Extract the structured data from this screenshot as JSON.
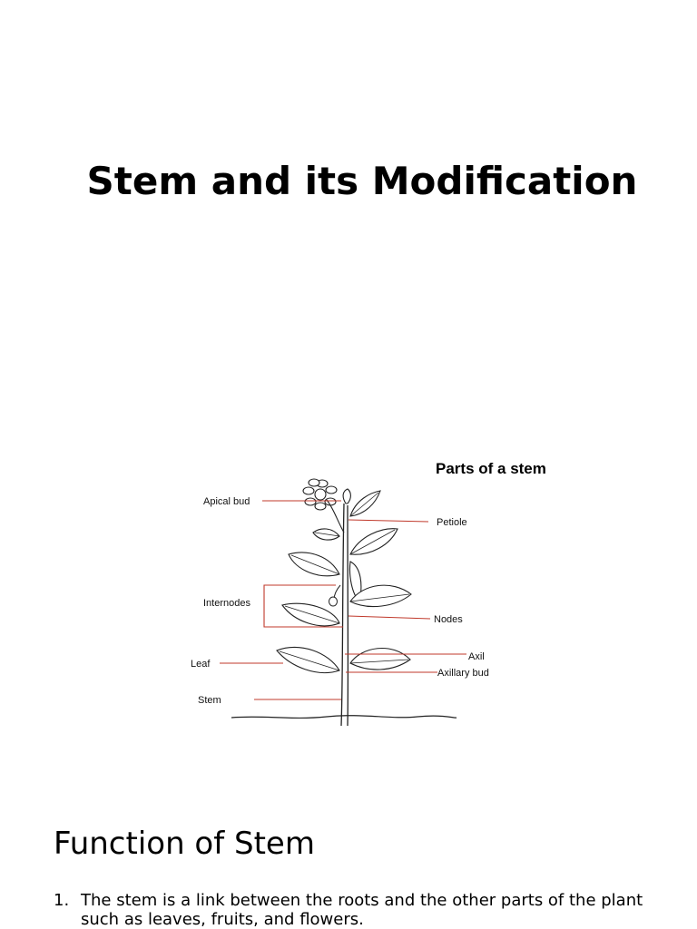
{
  "document": {
    "title": "Stem and its Modification"
  },
  "figure": {
    "title": "Parts of a stem",
    "labels": {
      "apical_bud": "Apical bud",
      "petiole": "Petiole",
      "internodes": "Internodes",
      "nodes": "Nodes",
      "leaf": "Leaf",
      "axil": "Axil",
      "axillary_bud": "Axillary bud",
      "stem": "Stem"
    },
    "line_color": "#c0392b"
  },
  "section": {
    "heading": "Function of Stem",
    "items": [
      {
        "number": "1.",
        "text": "The stem is a link between the roots and the other parts of the plant such as leaves, fruits, and flowers."
      }
    ]
  }
}
